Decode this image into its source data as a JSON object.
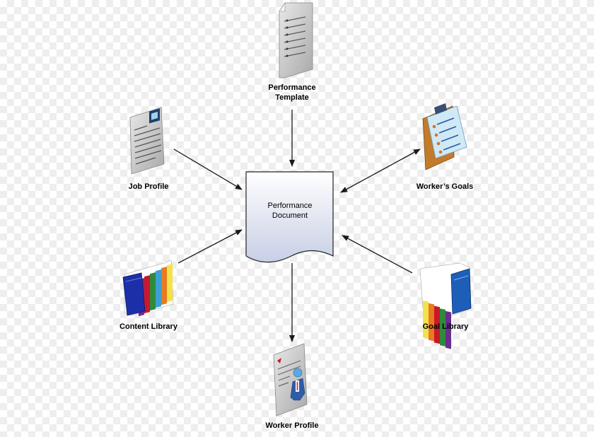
{
  "center": {
    "line1": "Performance",
    "line2": "Document"
  },
  "nodes": {
    "performance_template": {
      "line1": "Performance",
      "line2": "Template",
      "icon": "document-list-icon"
    },
    "job_profile": {
      "label": "Job Profile",
      "icon": "job-profile-document-icon"
    },
    "workers_goals": {
      "label": "Worker’s Goals",
      "icon": "checklist-clipboard-icon"
    },
    "content_library": {
      "label": "Content Library",
      "icon": "books-icon"
    },
    "goal_library": {
      "label": "Goal Library",
      "icon": "books-icon"
    },
    "worker_profile": {
      "label": "Worker Profile",
      "icon": "worker-profile-document-icon"
    }
  },
  "colors": {
    "arrow": "#1a1a1a",
    "document_fill_top": "#ffffff",
    "document_fill_bottom": "#c8cfe6"
  }
}
